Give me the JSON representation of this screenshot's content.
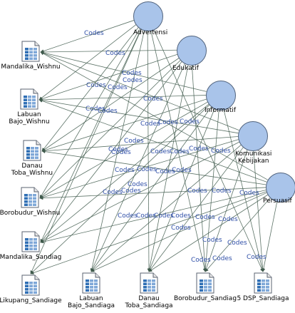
{
  "diagram": {
    "edge_label": "Codes",
    "codes": [
      {
        "id": "advertensi",
        "label": "Advertensi"
      },
      {
        "id": "edukatif",
        "label": "Edukatif"
      },
      {
        "id": "informatif",
        "label": "Informatif"
      },
      {
        "id": "komunikasi",
        "label": "Komunikasi\nKebijakan"
      },
      {
        "id": "persuasif",
        "label": "Persuasif"
      }
    ],
    "documents": [
      {
        "id": "mandalika_wishnu",
        "label": "Mandalika_Wishnu"
      },
      {
        "id": "labuan_wishnu",
        "label": "Labuan\nBajo_Wishnu"
      },
      {
        "id": "danau_wishnu",
        "label": "Danau\nToba_Wishnu"
      },
      {
        "id": "borobudur_wishnu",
        "label": "Borobudur_Wishnu"
      },
      {
        "id": "mandalika_sandiaga",
        "label": "Mandalika_Sandiag"
      },
      {
        "id": "likupang_sandiaga",
        "label": "Likupang_Sandiage"
      },
      {
        "id": "labuan_sandiaga",
        "label": "Labuan\nBajo_Sandiaga"
      },
      {
        "id": "danau_sandiaga",
        "label": "Danau\nToba_Sandiaga"
      },
      {
        "id": "borobudur_sandiaga",
        "label": "Borobudur_Sandiag"
      },
      {
        "id": "dsp_sandiaga",
        "label": "5 DSP_Sandiaga"
      }
    ],
    "colors": {
      "circle_fill": "#a9c4ea",
      "circle_stroke": "#52647e",
      "edge": "#3f5a4c",
      "edge_label": "#2f4fa8"
    }
  }
}
